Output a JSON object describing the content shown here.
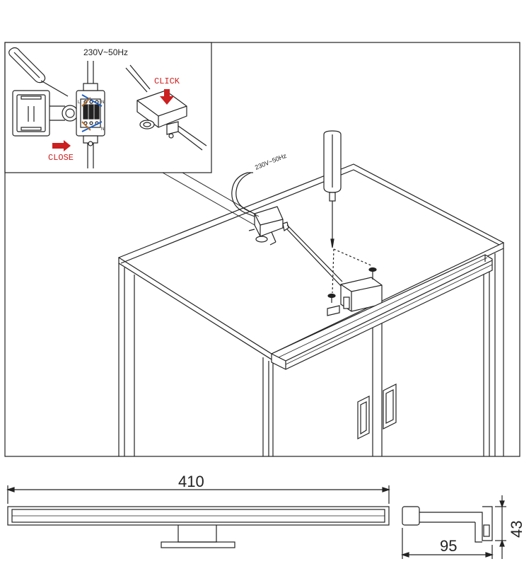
{
  "labels": {
    "voltage_inset": "230V~50Hz",
    "voltage_cable": "230V~50Hz",
    "click": "CLICK",
    "close": "CLOSE",
    "terminal_l": "L",
    "terminal_n_top": "N",
    "terminal_n_bottom": "N"
  },
  "dimensions": {
    "length": "410",
    "depth": "95",
    "height": "43"
  },
  "colors": {
    "line": "#222222",
    "accent_red": "#cc1f1f",
    "accent_blue": "#1f5fbf"
  }
}
